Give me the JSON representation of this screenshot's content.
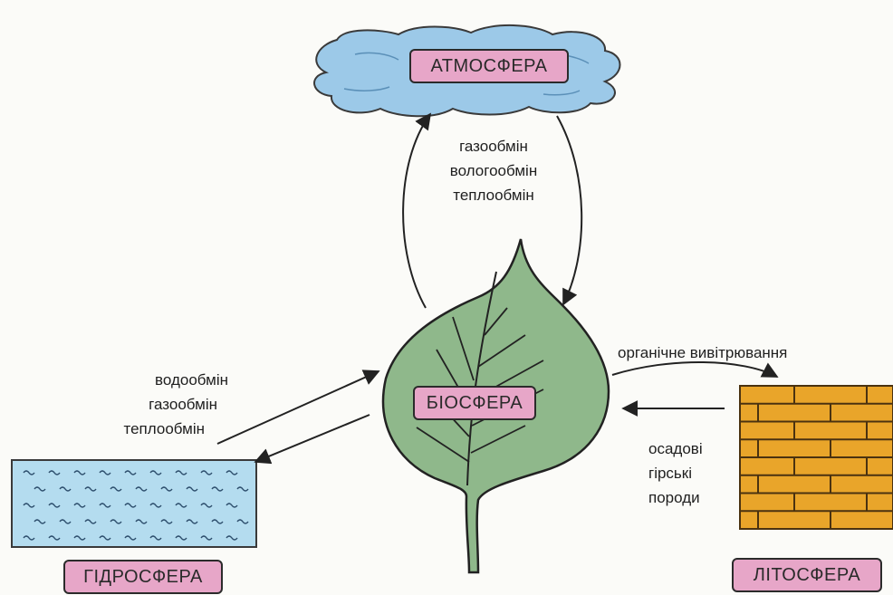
{
  "nodes": {
    "atmosphere": "АТМОСФЕРА",
    "biosphere": "БІОСФЕРА",
    "hydrosphere": "ГІДРОСФЕРА",
    "lithosphere": "ЛІТОСФЕРА"
  },
  "exchanges": {
    "atmosphere": [
      "газообмін",
      "вологообмін",
      "теплообмін"
    ],
    "hydrosphere": [
      "водообмін",
      "газообмін",
      "теплообмін"
    ],
    "lithosphere_out": "органічне вивітрювання",
    "lithosphere_in": [
      "осадові",
      "гірські",
      "породи"
    ]
  },
  "colors": {
    "cloud": "#9cc9e8",
    "leaf": "#8fb88b",
    "water": "#b4dcef",
    "brick": "#e9a52a",
    "label": "#e7a6c8"
  }
}
